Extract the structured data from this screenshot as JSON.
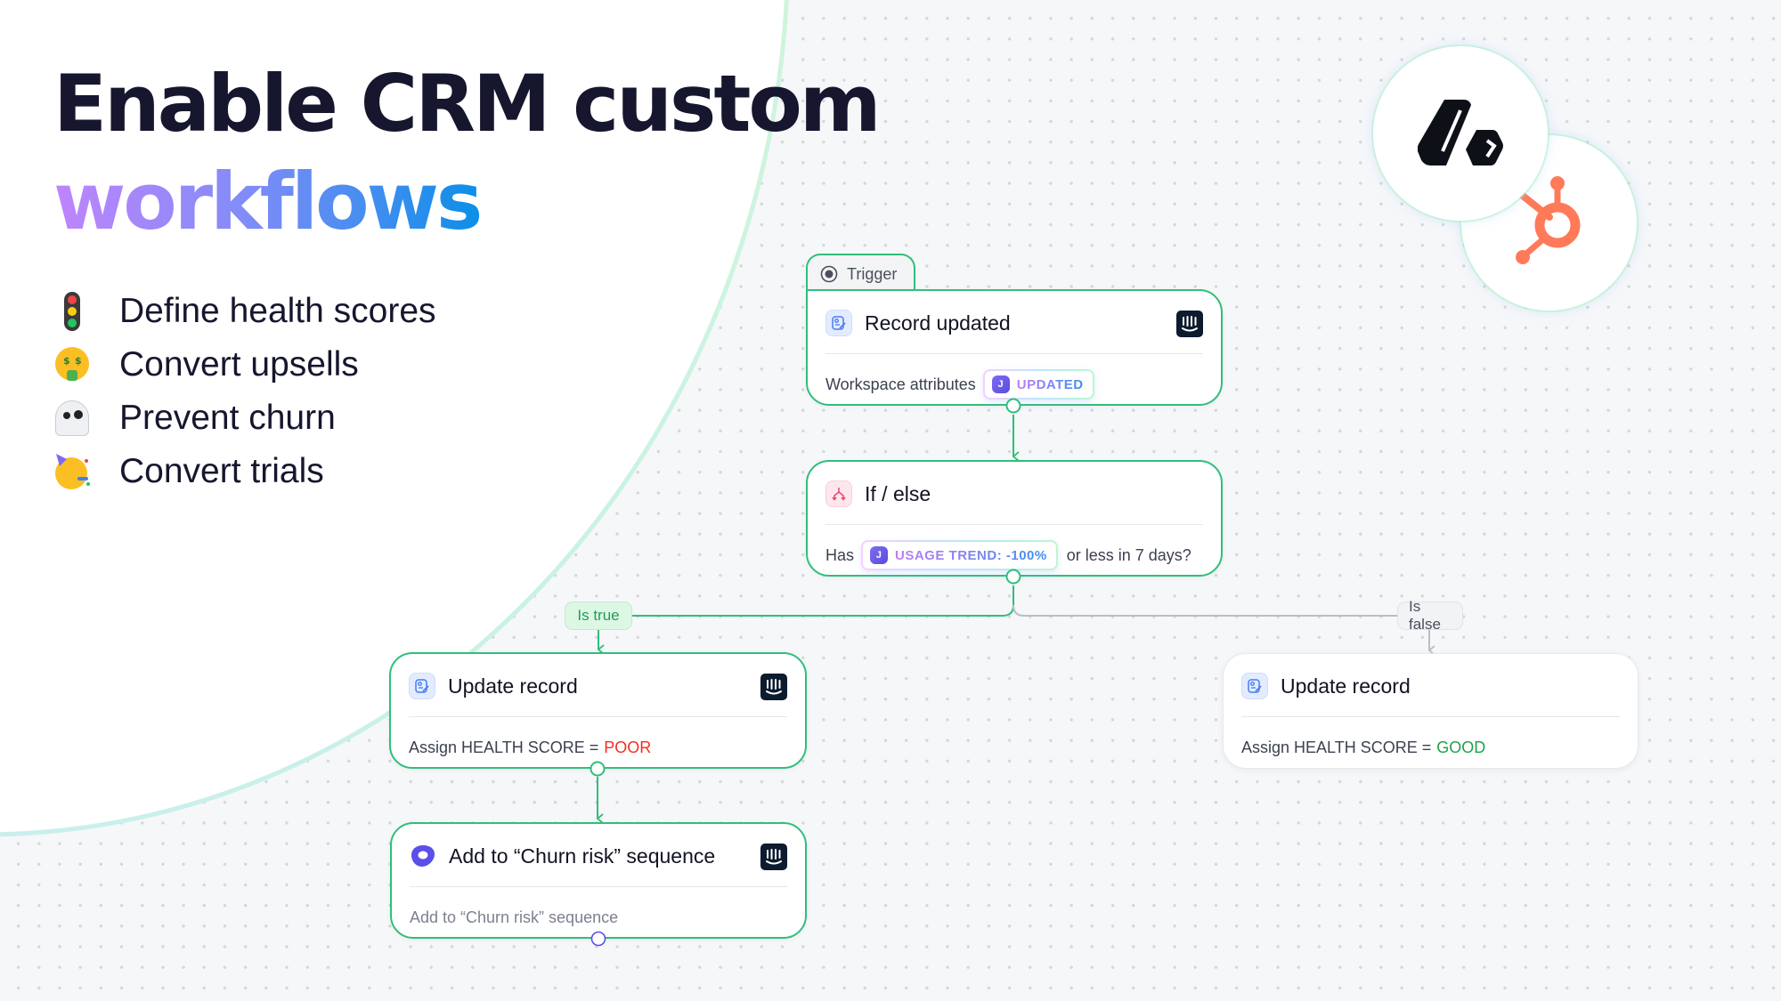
{
  "hero": {
    "title_line1": "Enable CRM custom",
    "title_line2": "workflows",
    "gradient_colors": [
      "#c084fc",
      "#818cf8",
      "#0b8fe8"
    ]
  },
  "bullets": [
    {
      "icon": "traffic-light-icon",
      "label": "Define health scores"
    },
    {
      "icon": "money-mouth-face-icon",
      "label": "Convert upsells"
    },
    {
      "icon": "ghost-icon",
      "label": "Prevent churn"
    },
    {
      "icon": "partying-face-icon",
      "label": "Convert trials"
    }
  ],
  "logos": [
    {
      "name": "attio-logo",
      "color": "#0d1117"
    },
    {
      "name": "hubspot-logo",
      "color": "#ff7a59"
    }
  ],
  "workflow": {
    "trigger": {
      "tab_label": "Trigger",
      "title": "Record updated",
      "body_prefix": "Workspace attributes",
      "pill_label": "UPDATED"
    },
    "condition": {
      "title": "If / else",
      "body_prefix": "Has",
      "pill_label": "USAGE TREND: -100%",
      "body_suffix": "or less in 7 days?"
    },
    "branches": {
      "true_label": "Is true",
      "false_label": "Is false"
    },
    "true_action": {
      "title": "Update record",
      "body_prefix": "Assign HEALTH SCORE =",
      "value": "POOR",
      "value_color": "#ef2f22"
    },
    "false_action": {
      "title": "Update record",
      "body_prefix": "Assign HEALTH SCORE =",
      "value": "GOOD",
      "value_color": "#1fa24c"
    },
    "sequence_action": {
      "title": "Add to “Churn risk” sequence",
      "body": "Add to “Churn risk” sequence"
    }
  },
  "colors": {
    "accent_green": "#2fbf7a",
    "neutral_line": "#b9bec8",
    "sequence_purple": "#5b4fe9"
  }
}
